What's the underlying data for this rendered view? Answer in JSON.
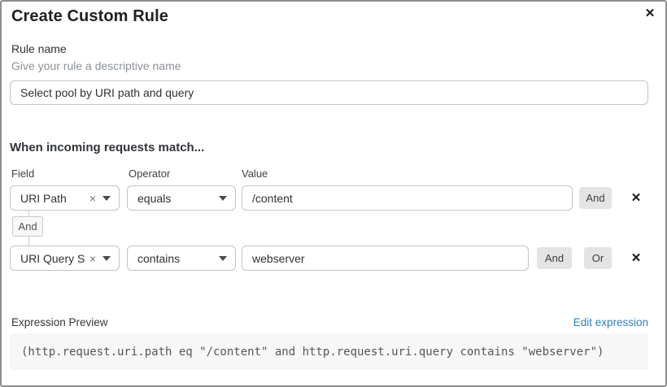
{
  "header": {
    "title": "Create Custom Rule",
    "close_icon": "✕"
  },
  "rule_name": {
    "label": "Rule name",
    "helper": "Give your rule a descriptive name",
    "value": "Select pool by URI path and query"
  },
  "matcher": {
    "heading": "When incoming requests match...",
    "column_labels": {
      "field": "Field",
      "operator": "Operator",
      "value": "Value"
    },
    "connector_label": "And",
    "rows": [
      {
        "field": "URI Path",
        "clear_icon": "×",
        "operator": "equals",
        "value": "/content",
        "and_label": "And",
        "remove_icon": "✕"
      },
      {
        "field": "URI Query St...",
        "clear_icon": "×",
        "operator": "contains",
        "value": "webserver",
        "and_label": "And",
        "or_label": "Or",
        "remove_icon": "✕"
      }
    ]
  },
  "expression": {
    "label": "Expression Preview",
    "edit_link": "Edit expression",
    "code": "(http.request.uri.path eq \"/content\" and http.request.uri.query contains \"webserver\")"
  },
  "colors": {
    "link_blue": "#2d7fc0",
    "button_gray": "#e4e4e4",
    "input_border": "#c3c3c3",
    "code_background": "#f7f7f7",
    "dialog_border": "#8e8e8e"
  }
}
